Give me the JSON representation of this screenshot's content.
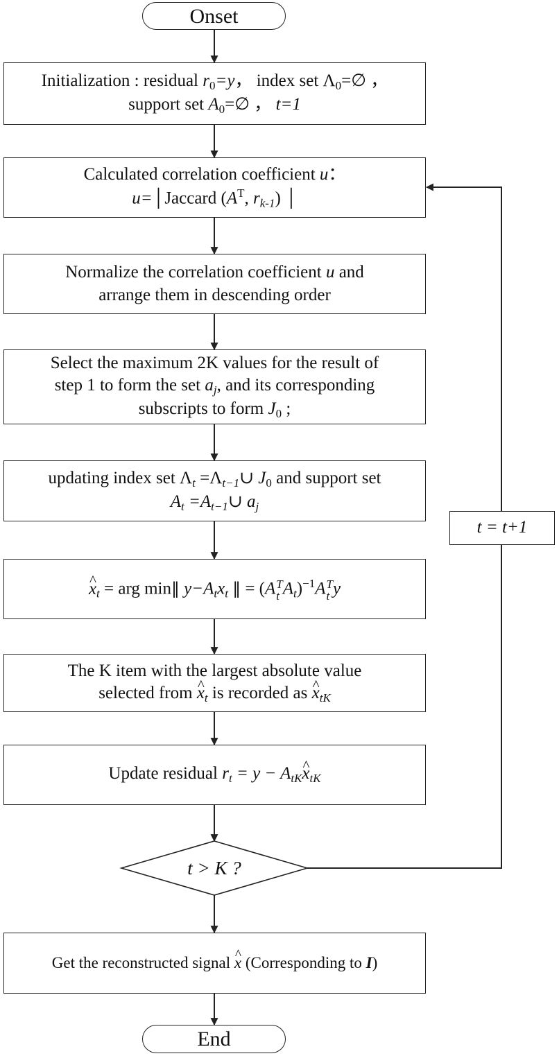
{
  "flowchart": {
    "onset": "Onset",
    "init": {
      "prefix": "Initialization : residual ",
      "r": "r",
      "r_sub": "0",
      "eq_y": "=y",
      "mid": "，  index set Λ",
      "lambda_sub": "0",
      "eq_empty1": "=∅",
      "sep1": "，",
      "line2_prefix": "support set ",
      "a": "A",
      "a_sub": "0",
      "eq_empty2": "=∅",
      "sep2": "，",
      "t_init": "t=1"
    },
    "corr": {
      "line1": "Calculated correlation coefficient ",
      "u": "u",
      "colon": "：",
      "line2_prefix": "u=",
      "jaccard": "│Jaccard (",
      "a": "A",
      "a_sup": "T",
      "comma": ", ",
      "r": "r",
      "r_sub": "k-1",
      "close": ") │"
    },
    "normalize": {
      "line1_a": "Normalize the correlation coefficient ",
      "u": "u",
      "line1_b": " and",
      "line2": "arrange them in descending order"
    },
    "select": {
      "line1": "Select the maximum 2K values for the result of",
      "line2_a": "step 1 to form the set ",
      "a": "a",
      "a_sub": "j",
      "line2_b": ", and its corresponding",
      "line3_a": "subscripts to form ",
      "j": "J",
      "j_sub": "0",
      "line3_b": " ;"
    },
    "update_sets": {
      "line1_a": "updating index set  Λ",
      "lam_sub": "t",
      "eq": " =Λ",
      "lam_sub2": "t−1",
      "union": "∪ ",
      "j": "J",
      "j_sub": "0",
      "line1_b": "  and support set",
      "a": "A",
      "a_sub": "t",
      "eq2": " =A",
      "a_sub2": "t−1",
      "union2": "∪ ",
      "aj": "a",
      "aj_sub": "j"
    },
    "least_squares": {
      "x": "x",
      "x_sub": "t",
      "eq": " = arg min",
      "norm": "‖",
      "y_minus": "y−A",
      "a_sub": "t",
      "x2": "x",
      "x2_sub": "t",
      "result_eq": " = (",
      "a_t": "A",
      "t_sup": "T",
      "t_sub": "t",
      "a_t2": "A",
      "t_sub2": "t",
      "inv": ")",
      "inv_sup": "−1",
      "a_t3": "A",
      "y": "y"
    },
    "select_k": {
      "line1": "The K item with the largest absolute value",
      "line2_a": "selected from  ",
      "x": "x",
      "x_sub": "t",
      "line2_b": "  is recorded as  ",
      "x2": "x",
      "x2_sub": "tK"
    },
    "update_residual": {
      "prefix": "Update residual  ",
      "r": "r",
      "r_sub": "t",
      "eq": " = y − A",
      "a_sub": "tK",
      "x": "x",
      "x_sub": "tK"
    },
    "decision": {
      "text": "t > K ?"
    },
    "loop_label": "t = t+1",
    "output": {
      "prefix": "Get the reconstructed signal  ",
      "x": "x",
      "suffix": "  (Corresponding to ",
      "i": "I",
      "close": ")"
    },
    "end": "End"
  }
}
